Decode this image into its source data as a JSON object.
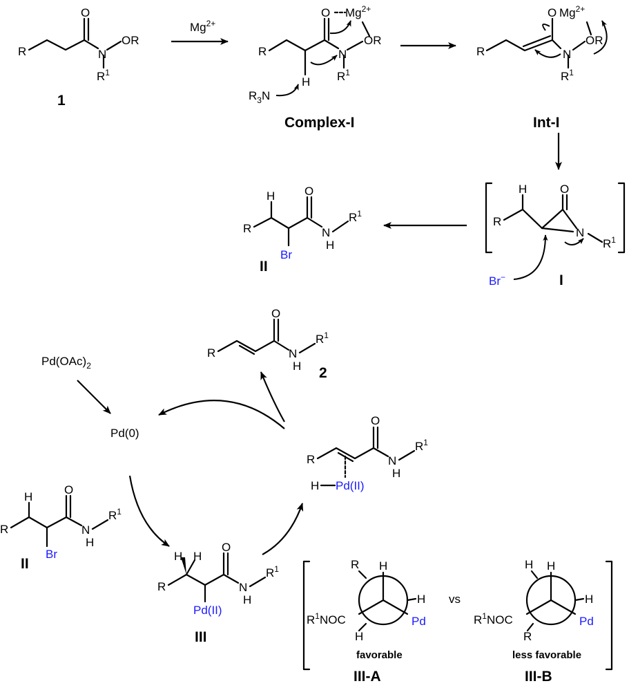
{
  "labels": {
    "cmpd1": "1",
    "complex1": "Complex-I",
    "int1": "Int-I",
    "cmpdII_top": "II",
    "cmpdI": "I",
    "cmpd2": "2",
    "cmpdII_bottom": "II",
    "cmpdIII": "III",
    "IIIA": "III-A",
    "IIIB": "III-B"
  },
  "reagents": {
    "mg": "Mg",
    "mg_charge": "2+",
    "r3n": "R",
    "r3n_sub": "3",
    "r3n_n": "N",
    "br_minus": "Br",
    "br_charge": "−",
    "pd_oac": "Pd(OAc)",
    "pd_oac_sub": "2",
    "pd0": "Pd(0)",
    "pd2": "Pd(II)",
    "pd": "Pd"
  },
  "atoms": {
    "R": "R",
    "R1": "R",
    "R1_sup": "1",
    "N": "N",
    "O": "O",
    "OR": "OR",
    "H": "H",
    "Br": "Br",
    "NH": "H",
    "R1NOC": "R",
    "NOC": "NOC"
  },
  "newman": {
    "favorable": "favorable",
    "less_favorable": "less favorable",
    "vs": "vs"
  }
}
